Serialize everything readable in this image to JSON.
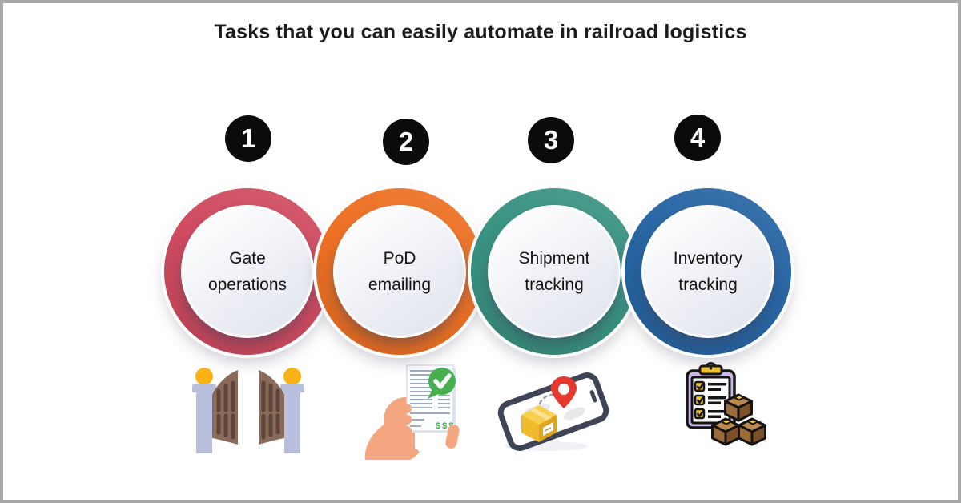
{
  "title": "Tasks that you can easily automate in railroad logistics",
  "frame": {
    "border_color": "#A7A7A7",
    "background": "#FFFFFF"
  },
  "badge_style": {
    "background": "#0B0B0B",
    "number_color": "#FFFFFF"
  },
  "inner_circle": {
    "gradient_start": "#FFFFFF",
    "gradient_end": "#E2E4ED",
    "text_color": "#141414"
  },
  "steps": [
    {
      "number": "1",
      "label": "Gate operations",
      "label_line1": "Gate",
      "label_line2": "operations",
      "ring_color": "#CF4B60",
      "icon": "open-gate-icon"
    },
    {
      "number": "2",
      "label": "PoD emailing",
      "label_line1": "PoD",
      "label_line2": "emailing",
      "ring_color": "#ED7124",
      "icon": "pod-document-icon"
    },
    {
      "number": "3",
      "label": "Shipment tracking",
      "label_line1": "Shipment",
      "label_line2": "tracking",
      "ring_color": "#3A9382",
      "icon": "shipment-phone-icon"
    },
    {
      "number": "4",
      "label": "Inventory tracking",
      "label_line1": "Inventory",
      "label_line2": "tracking",
      "ring_color": "#2866A4",
      "icon": "inventory-boxes-icon"
    }
  ]
}
